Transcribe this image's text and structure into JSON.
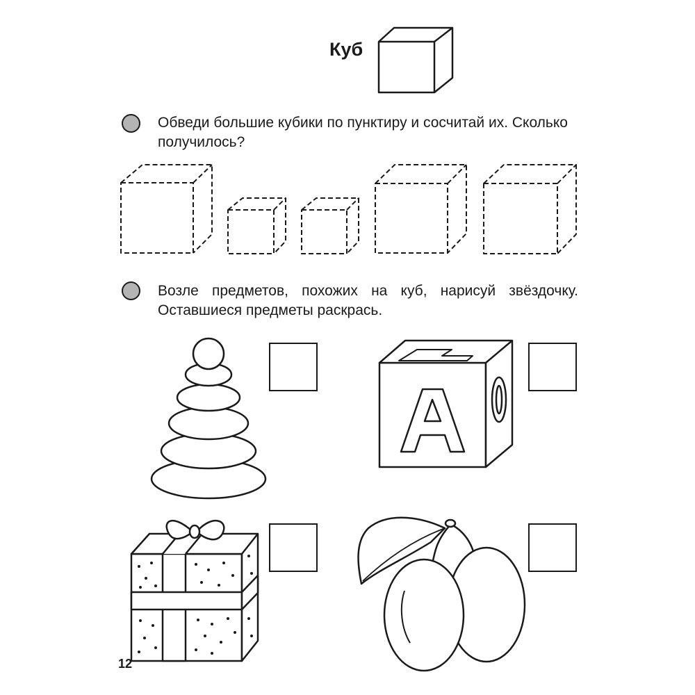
{
  "header": {
    "title": "Куб"
  },
  "tasks": [
    {
      "text": "Обведи большие кубики по пунктиру и сосчитай их. Сколько получилось?"
    },
    {
      "text": "Возле предметов, похожих на куб, нарисуй звёздочку. Оставшиеся предметы раскрась."
    }
  ],
  "cube_block": {
    "letter_front": "А",
    "letter_side": "0"
  },
  "footer": {
    "page_number": "12"
  },
  "colors": {
    "ink": "#1a1a1a",
    "bullet_fill": "#b4b4b4"
  },
  "items": [
    "pyramid-toy-icon",
    "alphabet-block-icon",
    "gift-box-icon",
    "plums-icon"
  ]
}
